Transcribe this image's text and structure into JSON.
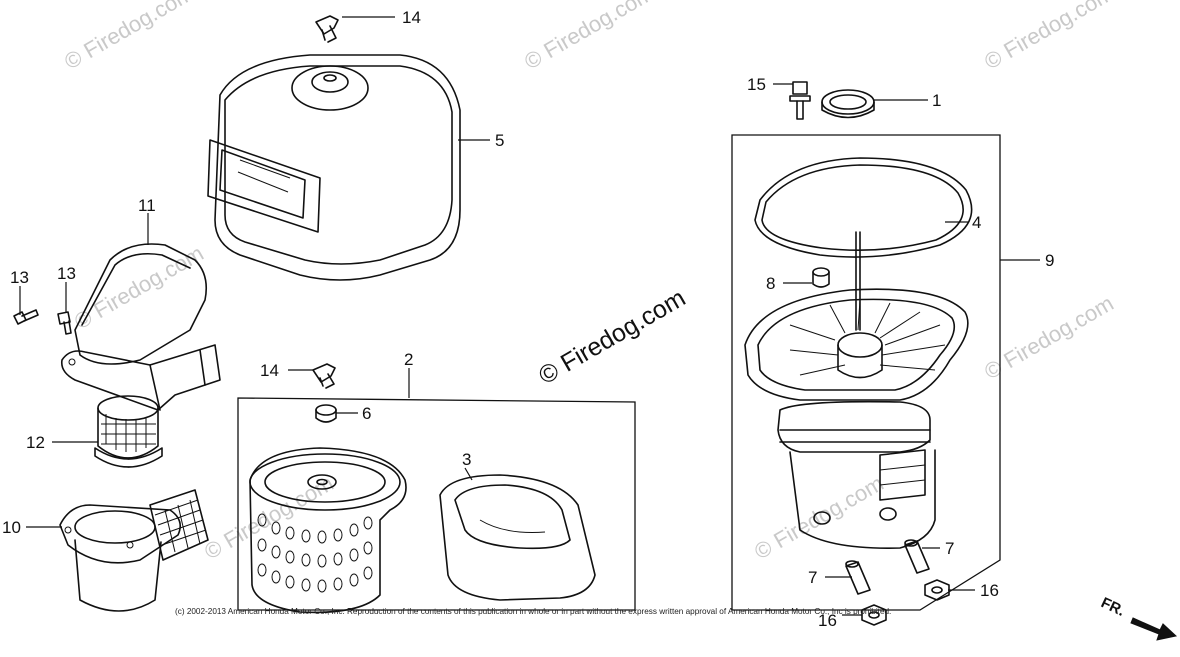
{
  "watermarks": {
    "small": [
      "© Firedog.com",
      "© Firedog.com",
      "© Firedog.com",
      "© Firedog.com",
      "© Firedog.com",
      "© Firedog.com",
      "© Firedog.com"
    ],
    "center": "© Firedog.com"
  },
  "callouts": {
    "c1": "1",
    "c2": "2",
    "c3": "3",
    "c4": "4",
    "c5": "5",
    "c6": "6",
    "c7a": "7",
    "c7b": "7",
    "c8": "8",
    "c9": "9",
    "c10": "10",
    "c11": "11",
    "c12": "12",
    "c13a": "13",
    "c13b": "13",
    "c14a": "14",
    "c14b": "14",
    "c15": "15",
    "c16a": "16",
    "c16b": "16"
  },
  "copyright": "(c) 2002-2013 American Honda Motor Co., Inc. Reproduction of the contents of this publication in whole or in part without the express written approval of American Honda Motor Co., Inc is prohibited.",
  "direction_label": "FR."
}
